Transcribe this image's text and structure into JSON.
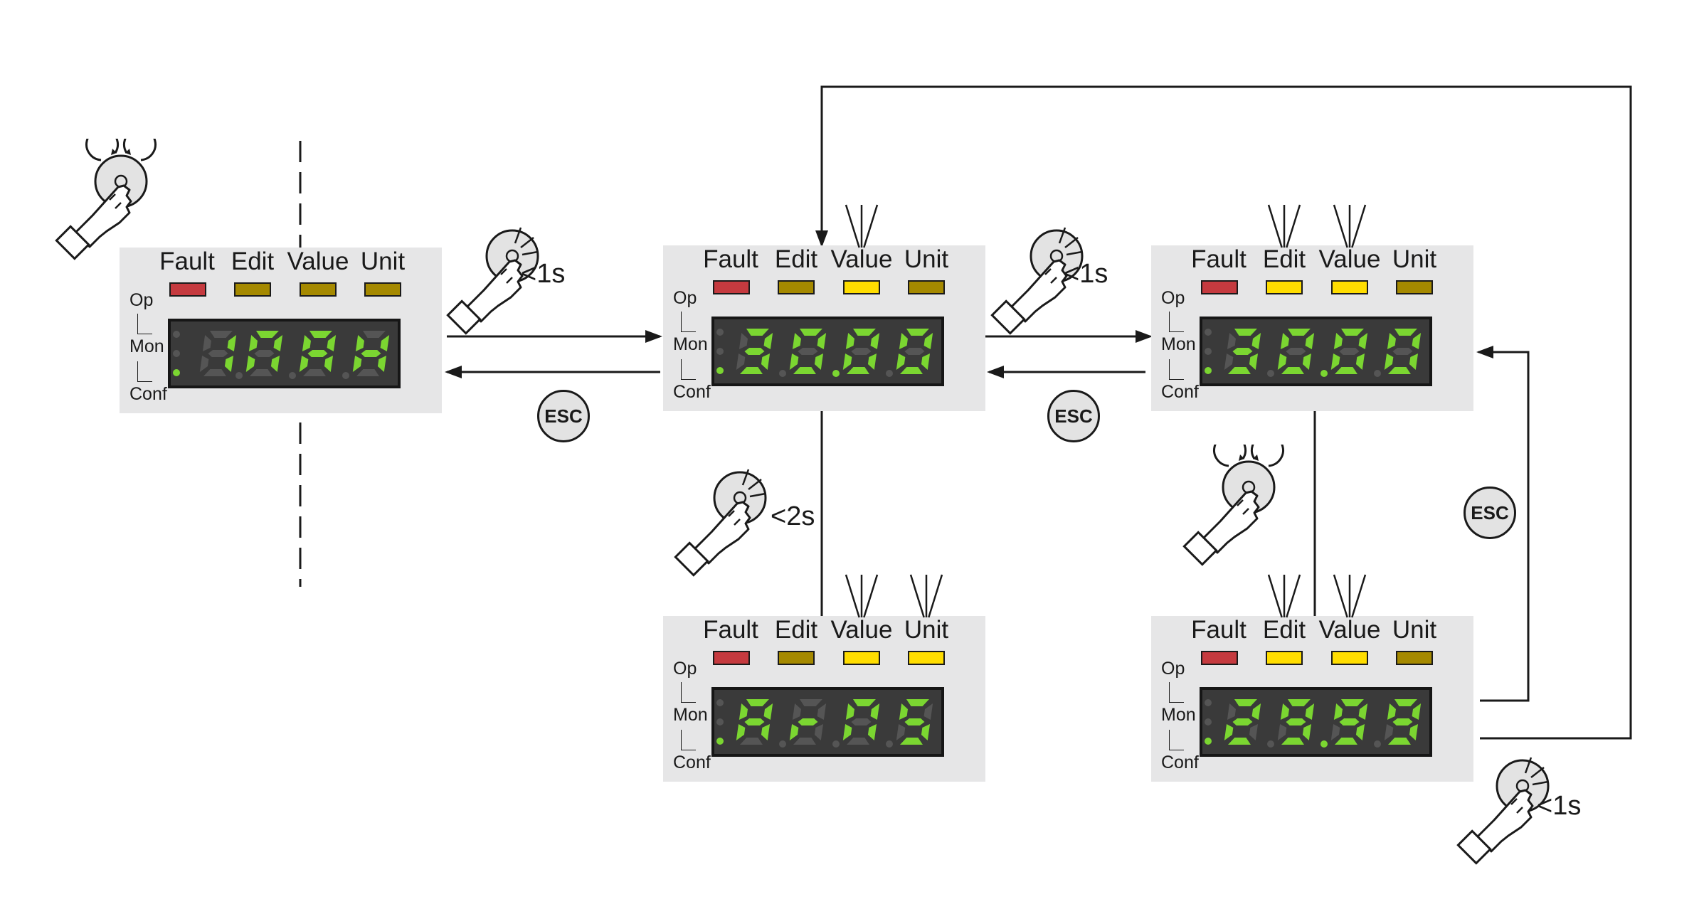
{
  "indicator_labels": [
    "Fault",
    "Edit",
    "Value",
    "Unit"
  ],
  "mode_labels": [
    "Op",
    "Mon",
    "Conf"
  ],
  "colors": {
    "fault": "#c53a3f",
    "led_off": "#a58900",
    "led_on": "#ffdd00",
    "segment_on": "#7bd631",
    "segment_off": "#555555",
    "panel": "#e6e6e7"
  },
  "panels": [
    {
      "id": "p1",
      "digits": [
        "",
        "M",
        "A",
        "H"
      ],
      "dots": [
        false,
        false,
        false
      ],
      "leds": [
        "fault",
        "off",
        "off",
        "off"
      ],
      "active_mode": "Conf",
      "lead_digit": "1"
    },
    {
      "id": "p2",
      "digits": [
        "3",
        "0",
        "0",
        "0"
      ],
      "dots": [
        false,
        true,
        false
      ],
      "leds": [
        "fault",
        "off",
        "on",
        "off"
      ],
      "active_mode": "Conf"
    },
    {
      "id": "p3",
      "digits": [
        "3",
        "0",
        "0",
        "0"
      ],
      "dots": [
        false,
        true,
        false
      ],
      "leds": [
        "fault",
        "on",
        "on",
        "off"
      ],
      "active_mode": "Conf"
    },
    {
      "id": "p4",
      "digits": [
        "A",
        "r",
        "n",
        "S"
      ],
      "dots": [
        false,
        false,
        false
      ],
      "leds": [
        "fault",
        "off",
        "on",
        "on"
      ],
      "active_mode": "Conf"
    },
    {
      "id": "p5",
      "digits": [
        "2",
        "9",
        "9",
        "9"
      ],
      "dots": [
        false,
        true,
        false
      ],
      "leds": [
        "fault",
        "on",
        "on",
        "off"
      ],
      "active_mode": "Conf"
    }
  ],
  "press_labels": {
    "press_1s_a": "<1s",
    "press_1s_b": "<1s",
    "press_2s": "<2s",
    "press_1s_c": "<1s"
  },
  "esc_buttons": [
    "ESC",
    "ESC",
    "ESC"
  ]
}
